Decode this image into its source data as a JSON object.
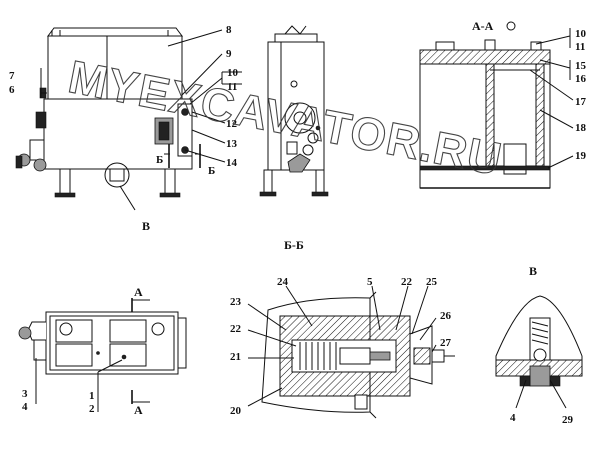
{
  "views": {
    "section_aa_title": "А-А",
    "section_bb_title": "Б-Б",
    "detail_v_title": "В",
    "detail_v_ref": "В",
    "section_mark_a": "А",
    "section_mark_b": "Б"
  },
  "callouts": {
    "main_view": [
      "8",
      "9",
      "10",
      "11",
      "7",
      "6",
      "12",
      "13",
      "14"
    ],
    "section_aa": [
      "10",
      "11",
      "15",
      "16",
      "17",
      "18",
      "19"
    ],
    "plan_view": [
      "3",
      "4",
      "1",
      "2"
    ],
    "valve_section": [
      "24",
      "5",
      "22",
      "25",
      "23",
      "26",
      "22",
      "27",
      "21",
      "20"
    ],
    "detail_v": [
      "4",
      "29"
    ]
  },
  "watermark": "MYEXCAVATOR.RU"
}
